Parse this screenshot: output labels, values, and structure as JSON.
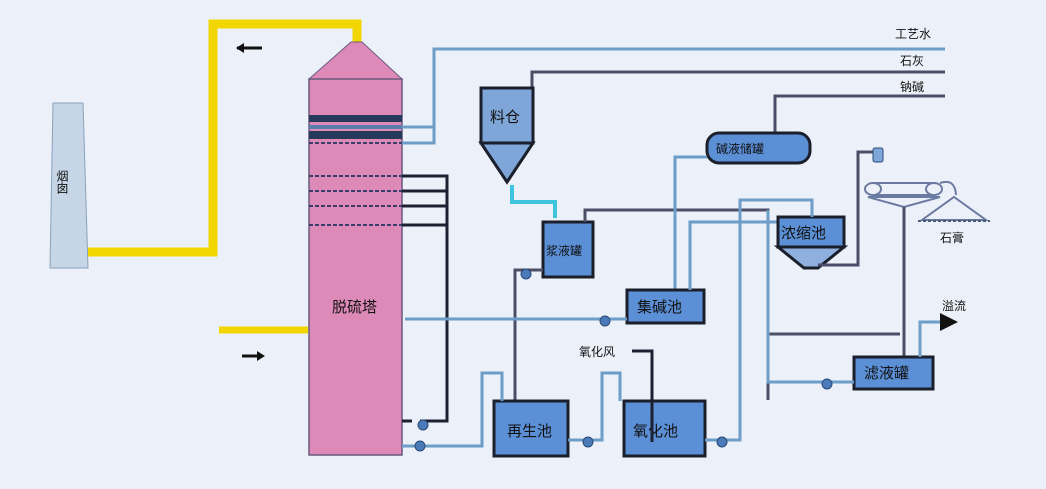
{
  "diagram": {
    "title": "Desulfurization process flow",
    "colors": {
      "background": "#ecf0f8",
      "flue_gas_pipe": "#f2d600",
      "tower": "#de8ab9",
      "tank": "#5b8fd6",
      "chimney": "#c6d6e6",
      "water_pipe": "#6d9dc9",
      "slurry_pipe": "#4a4e66",
      "feed_pipe": "#3ec4dc"
    },
    "nodes": {
      "chimney": "烟囱",
      "tower": "脱硫塔",
      "silo": "料仓",
      "slurry_tank": "浆液罐",
      "alkali_storage": "碱液储罐",
      "thickener": "浓缩池",
      "gypsum": "石膏",
      "alkali_pool": "集碱池",
      "regen_pool": "再生池",
      "oxidation_pool": "氧化池",
      "filtrate_tank": "滤液罐"
    },
    "inputs": {
      "process_water": "工艺水",
      "lime": "石灰",
      "soda": "钠碱",
      "oxidation_air": "氧化风"
    },
    "outputs": {
      "overflow": "溢流"
    }
  }
}
